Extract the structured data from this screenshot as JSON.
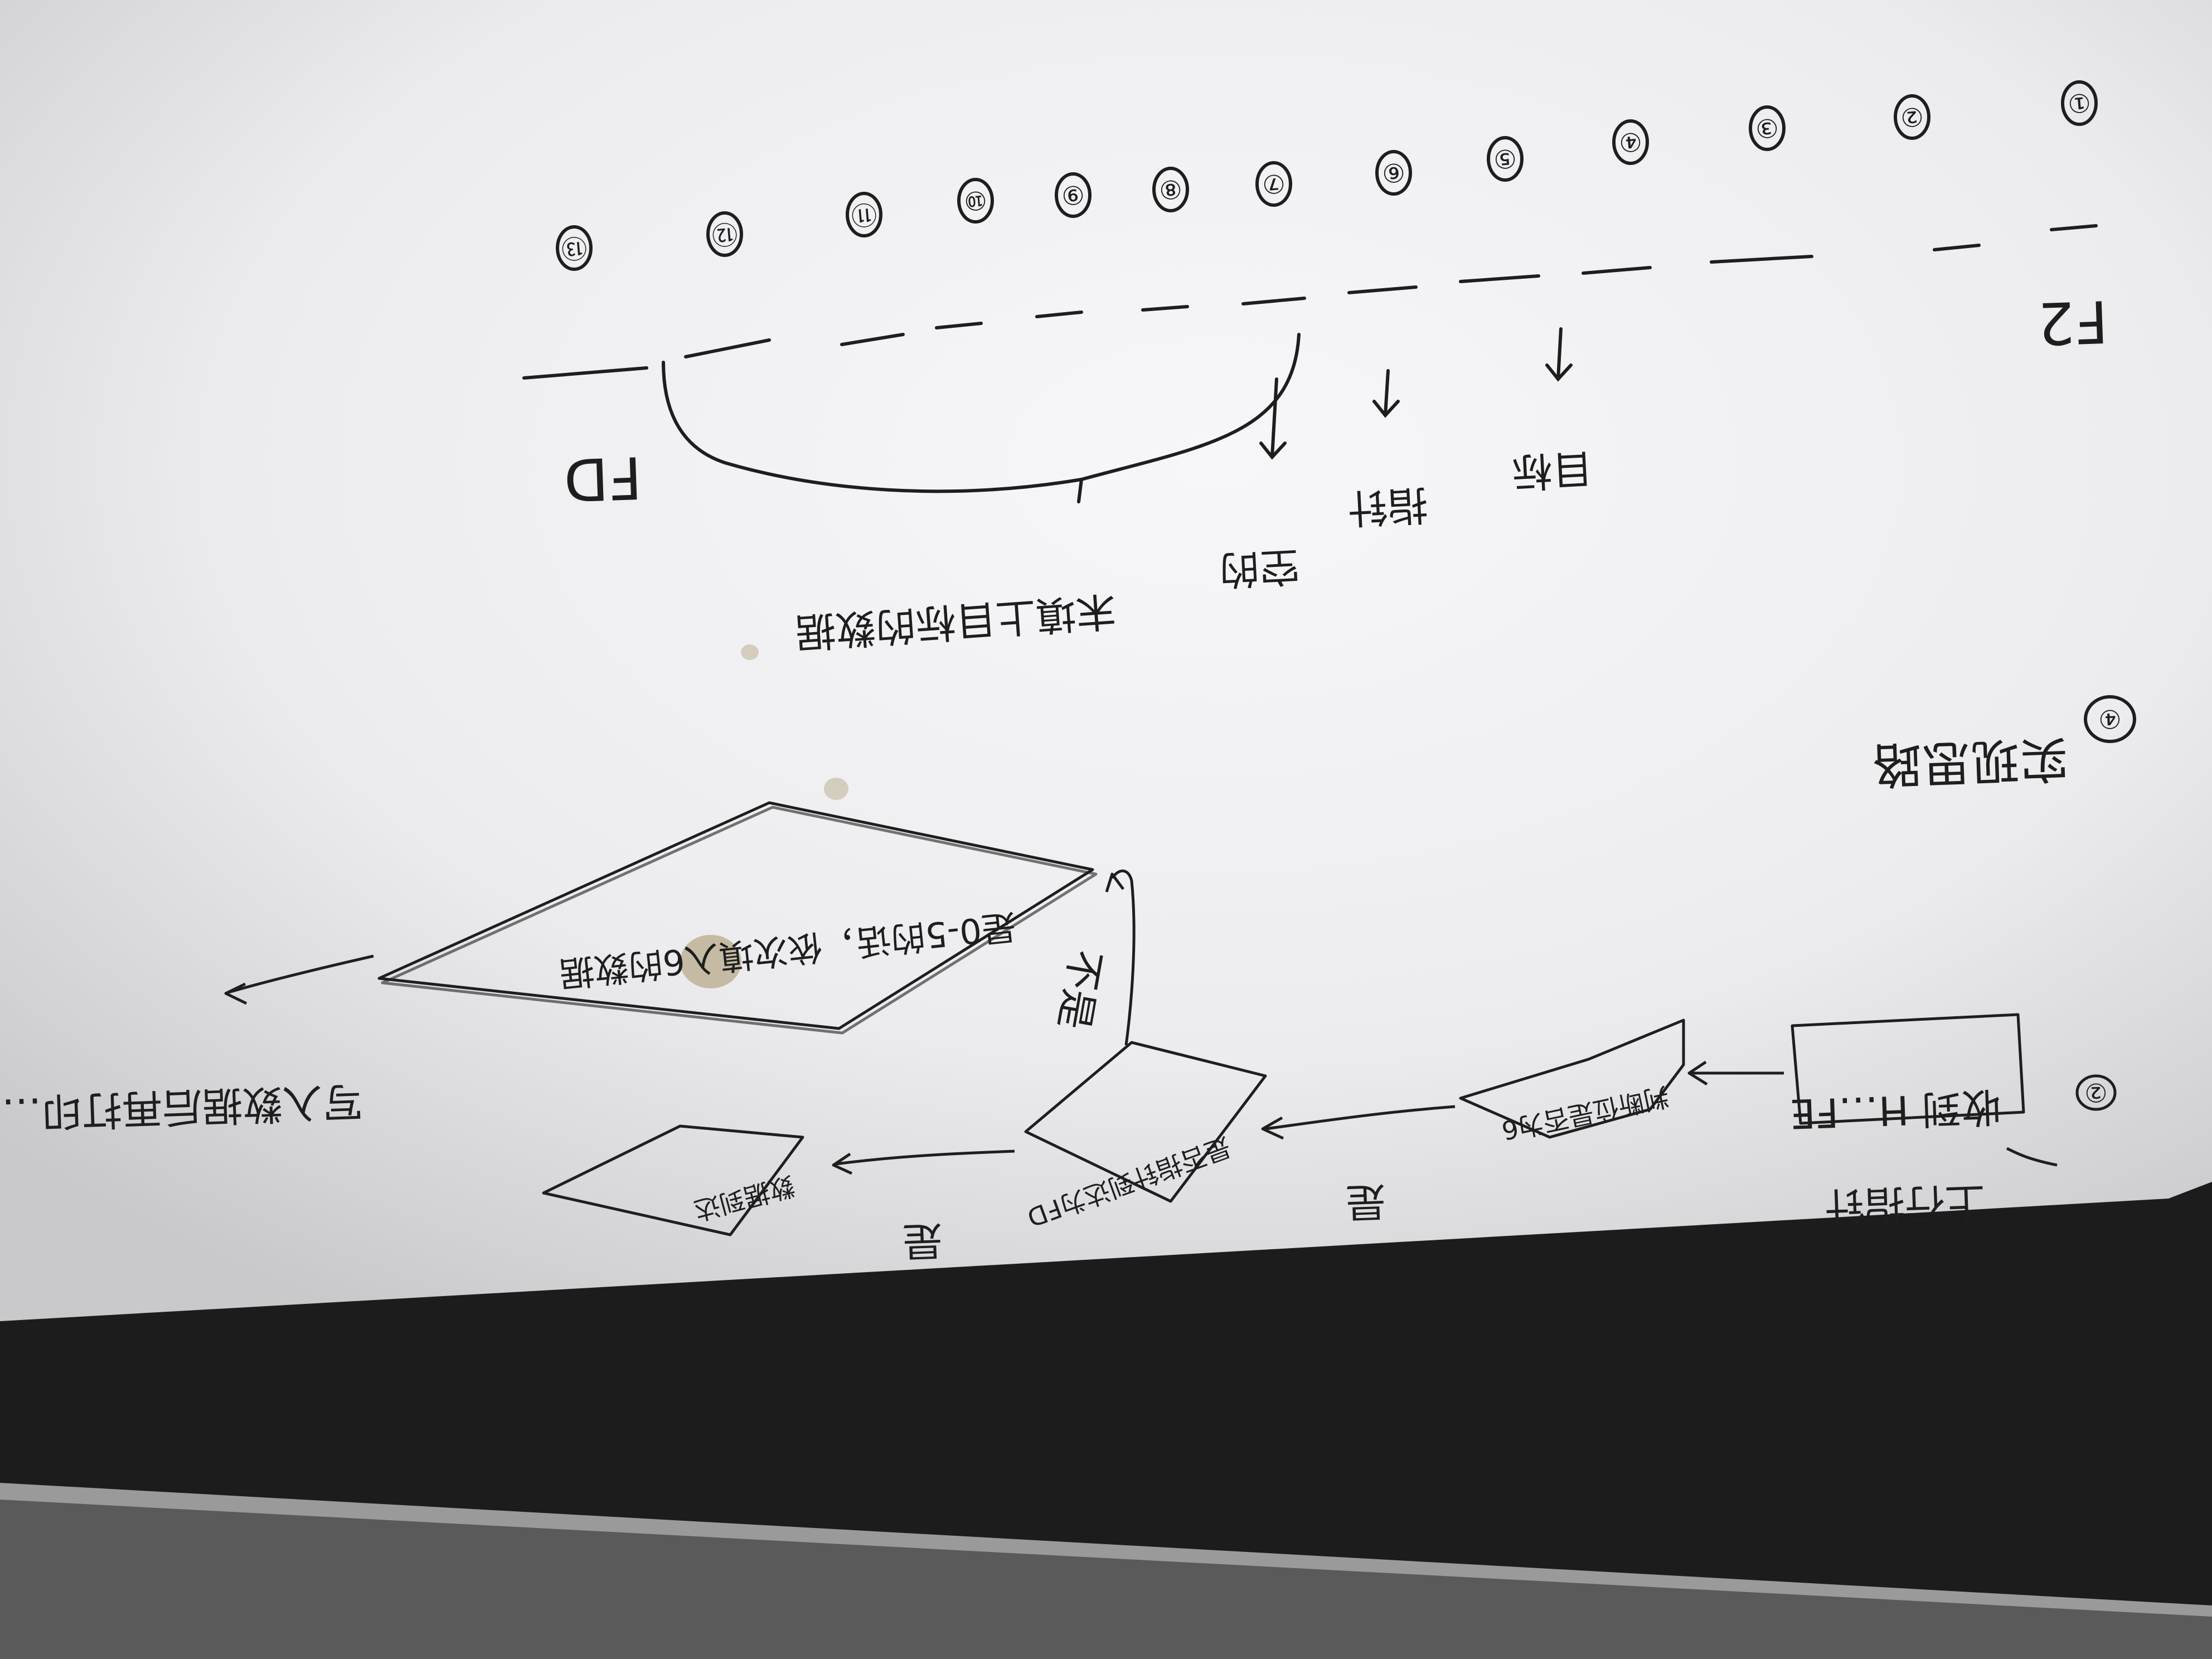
{
  "photo": {
    "subject": "handwritten flowchart on paper, photographed upside down",
    "background_color": "#1a1a1a",
    "paper_color": "#f2f2f4",
    "ink_color": "#1e1e1e"
  },
  "top_section": {
    "index_numbers": [
      "①",
      "②",
      "③",
      "④",
      "⑤",
      "⑥",
      "⑦",
      "⑧",
      "⑨",
      "⑩",
      "⑪",
      "⑫",
      "⑬"
    ],
    "row_start_label": "F2",
    "row_end_label": "FD",
    "annotations": {
      "arrow_1": "目标",
      "arrow_2": "指针",
      "arrow_3": "空的",
      "brace_note": "末填上目标的数据"
    }
  },
  "section_4": {
    "badge": "④",
    "heading": "实现思路"
  },
  "flowchart": {
    "badge": "②",
    "intro": "上行指针",
    "start_box": "收到 H…FE",
    "decision_1": "判断位是否为6",
    "branch_yes_1": "是",
    "decision_2": "是否指针到达为FD",
    "branch_yes_2": "是",
    "decision_3": "数据到达",
    "branch_no": "不是",
    "loop_box": "是0-5的话，依次填入6的数据",
    "end_text": "写入数据后再打印…"
  }
}
